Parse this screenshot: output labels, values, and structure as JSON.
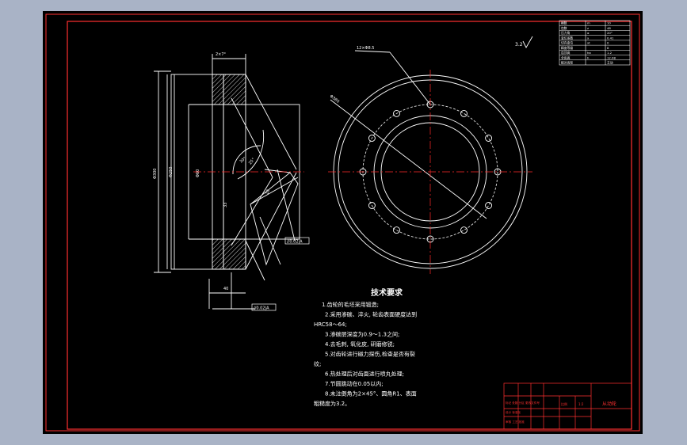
{
  "colors": {
    "background": "#a9b3c6",
    "sheet": "#000000",
    "frame": "#ff0000",
    "lines": "#ffffff",
    "center_lines": "#ff2a2a"
  },
  "drawing": {
    "surface_finish_note": "3.2",
    "dimensions": {
      "side_top": "2×7°",
      "side_od": "Φ300",
      "side_id": "Φ250",
      "side_mid": "Φ60",
      "bore": "33",
      "angle_a": "30°",
      "angle_b": "25°",
      "small": "18",
      "bottom": "40",
      "front_pcd": "Φ380",
      "holes": "12×Φ8.5"
    },
    "tolerance_frames": [
      "//0.02|A",
      "//0.02|A"
    ],
    "tech_requirements": {
      "title": "技术要求",
      "lines": [
        "1.齿轮的毛坯采用锻造;",
        "2.采用渗碳、淬火, 轮齿表面硬度达到",
        "HRC58～64;",
        "3.渗碳层深度为0.9～1.3之间;",
        "4.去毛刺, 氧化皮, 研磨修锐;",
        "5.对齿轮进行磁力探伤,检查是否有裂",
        "纹;",
        "6.热处理后对齿面进行喷丸处理;",
        "7.节圆跳动在0.05以内;",
        "8.未注倒角为2×45°、圆角R1、表面",
        "粗糙度为3.2。"
      ]
    },
    "param_table": [
      [
        "模数",
        "m",
        "10"
      ],
      [
        "齿数",
        "z",
        "48"
      ],
      [
        "压力角",
        "α",
        "20°"
      ],
      [
        "变位系数",
        "x",
        "0.41"
      ],
      [
        "切向变位",
        "xt",
        "0"
      ],
      [
        "精度等级",
        "",
        "8"
      ],
      [
        "齿顶高",
        "ha",
        "1.2"
      ],
      [
        "全齿高",
        "h",
        "12.08"
      ],
      [
        "配对齿轮",
        "",
        "主动"
      ]
    ],
    "title_block": {
      "part_name": "从动轮",
      "rows": [
        "标记 处数 分区 更改文件号",
        "设计 标准化",
        "审核 工艺 批准"
      ],
      "scale_label": "比例",
      "scale": "1:2"
    }
  }
}
